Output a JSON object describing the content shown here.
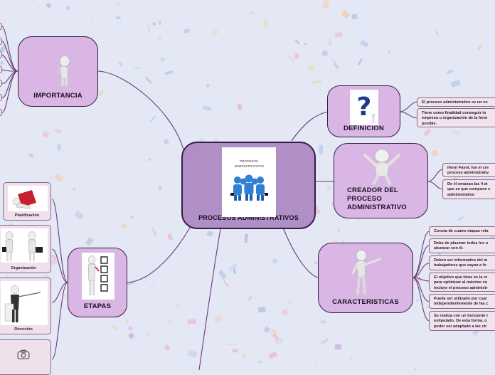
{
  "central": {
    "title": "PROCESOS ADMINISTRATIVOS",
    "image_caption": "PROCESOS ADMINISTRATIVOS"
  },
  "topics": {
    "importancia": {
      "title": "IMPORTANCIA"
    },
    "definicion": {
      "title": "DEFINICION"
    },
    "creador": {
      "title": "CREADOR DEL\nPROCESO\nADMINISTRATIVO"
    },
    "etapas": {
      "title": "ETAPAS"
    },
    "caracteristicas": {
      "title": "CARACTERISTICAS"
    }
  },
  "definicion_leaves": [
    "El proceso administrativo es un co",
    "Tiene como finalidad conseguir lo\nempresa u organización de la form\nposible."
  ],
  "creador_leaves": [
    "Henri Fayol, fue el cre\nproceso administrativ",
    "De él emanan las 4 et\nque se que compone e\nadministrativo"
  ],
  "caracteristicas_leaves": [
    "Consta de cuatro etapas rela",
    "Debe de plasmar todos los o\nalcanzar con él.",
    "Deben ser informados del m\ntrabajadores que vayan a fo",
    "El objetivo que tiene es la cr\npara optimizar al máximo ca\nincluye el proceso administr",
    "Puede ser utilizado por cual\nindependientemente de las c",
    "Se realiza con un horizonte t\nestipulado. De esta forma, o\npoder ser adaptado a las cir"
  ],
  "etapas_leaves": [
    {
      "label": "Planificación",
      "icon": "planning-figure-icon"
    },
    {
      "label": "Organización",
      "icon": "organization-figures-icon"
    },
    {
      "label": "Dirección",
      "icon": "presenter-figure-icon"
    },
    {
      "label": "",
      "icon": "camera-icon"
    }
  ],
  "colors": {
    "topic_fill": "#d9b6e4",
    "central_fill": "#b08fc6",
    "border": "#3a1a46",
    "connector": "#6b3a7e",
    "leaf_fill": "#f1e4ef",
    "background": "#e3e8f4"
  }
}
